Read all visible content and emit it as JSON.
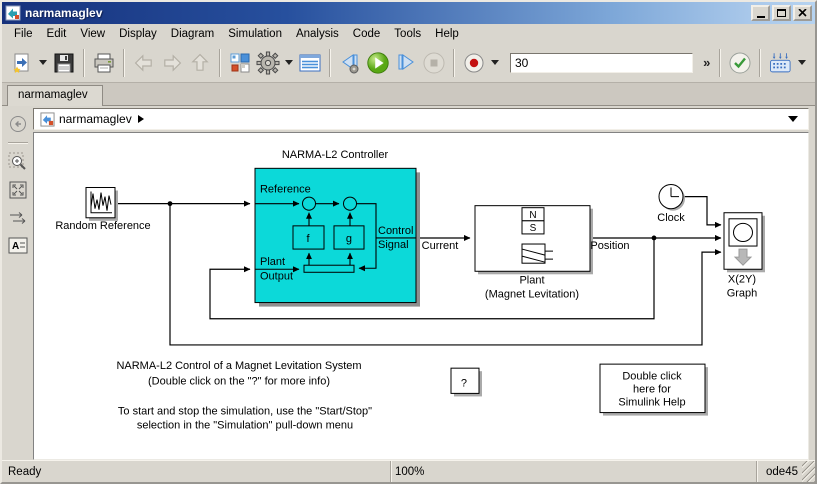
{
  "window": {
    "title": "narmamaglev"
  },
  "menu": {
    "items": [
      "File",
      "Edit",
      "View",
      "Display",
      "Diagram",
      "Simulation",
      "Analysis",
      "Code",
      "Tools",
      "Help"
    ]
  },
  "toolbar": {
    "sim_stop_time": "30",
    "overflow_chevron": "»"
  },
  "tabbar": {
    "active_tab": "narmamaglev"
  },
  "breadcrumb": {
    "model": "narmamaglev"
  },
  "palette": {
    "annotation_glyph": "A"
  },
  "diagram": {
    "colors": {
      "controller_fill": "#0cd9d9"
    },
    "controller": {
      "title": "NARMA-L2 Controller",
      "port_reference": "Reference",
      "port_plant_line1": "Plant",
      "port_plant_line2": "Output",
      "port_control_line1": "Control",
      "port_control_line2": "Signal",
      "f_label": "f",
      "g_label": "g"
    },
    "random_reference": {
      "label": "Random Reference"
    },
    "plant": {
      "n": "N",
      "s": "S",
      "label_line1": "Plant",
      "label_line2": "(Magnet Levitation)"
    },
    "clock": {
      "label": "Clock"
    },
    "graph": {
      "label_line1": "X(2Y)",
      "label_line2": "Graph"
    },
    "signals": {
      "current": "Current",
      "position": "Position"
    },
    "question": {
      "label": "?"
    },
    "help": {
      "line1": "Double click",
      "line2": "here for",
      "line3": "Simulink Help"
    },
    "annotations": {
      "title_line1": "NARMA-L2 Control of a Magnet Levitation System",
      "title_line2": "(Double click on the \"?\" for more info)",
      "usage_line1": "To start and stop the simulation, use the \"Start/Stop\"",
      "usage_line2": "selection in the \"Simulation\" pull-down menu"
    }
  },
  "statusbar": {
    "status": "Ready",
    "zoom": "100%",
    "solver": "ode45"
  }
}
